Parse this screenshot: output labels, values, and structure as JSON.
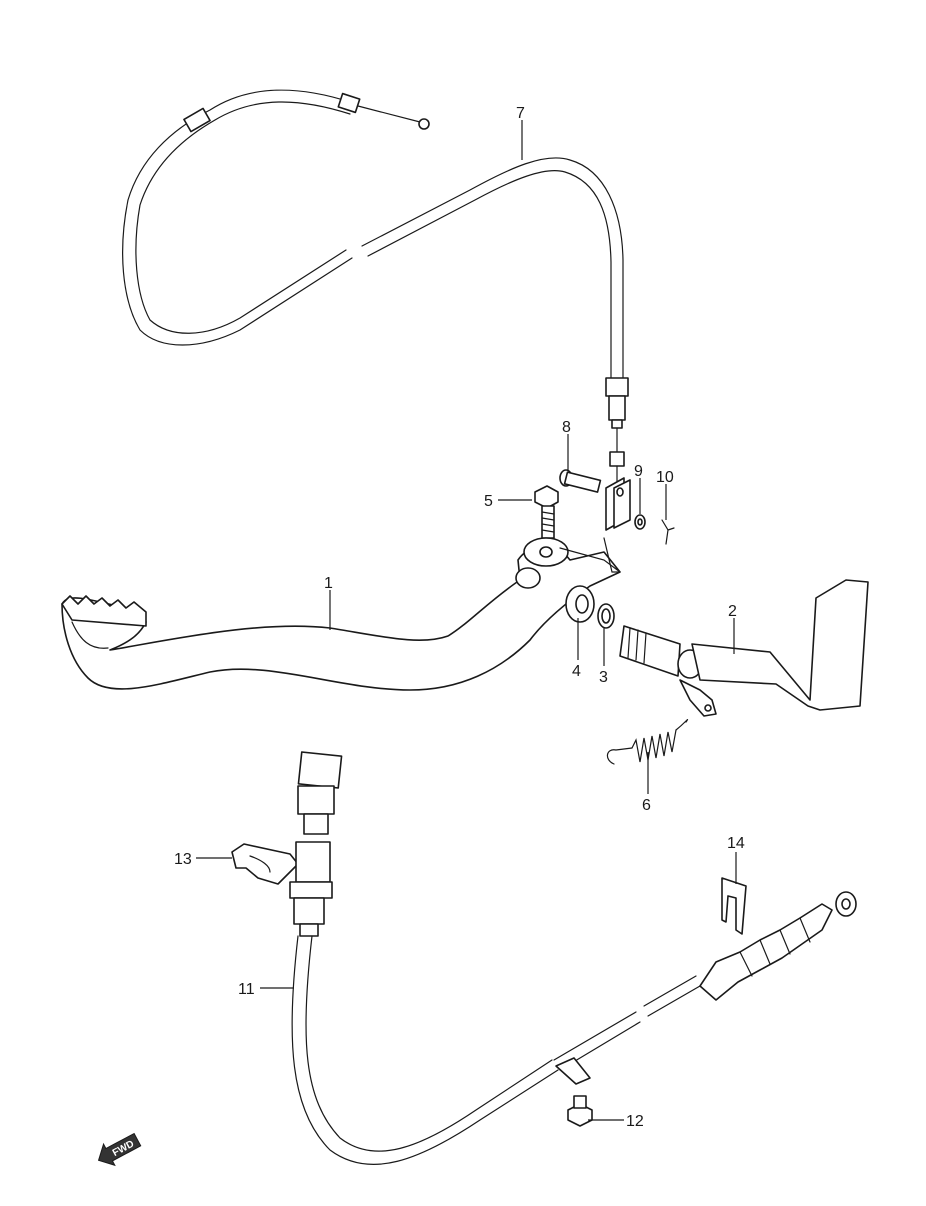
{
  "callouts": [
    {
      "id": "1",
      "label": "1"
    },
    {
      "id": "2",
      "label": "2"
    },
    {
      "id": "3",
      "label": "3"
    },
    {
      "id": "4",
      "label": "4"
    },
    {
      "id": "5",
      "label": "5"
    },
    {
      "id": "6",
      "label": "6"
    },
    {
      "id": "7",
      "label": "7"
    },
    {
      "id": "8",
      "label": "8"
    },
    {
      "id": "9",
      "label": "9"
    },
    {
      "id": "10",
      "label": "10"
    },
    {
      "id": "11",
      "label": "11"
    },
    {
      "id": "12",
      "label": "12"
    },
    {
      "id": "13",
      "label": "13"
    },
    {
      "id": "14",
      "label": "14"
    }
  ],
  "fwd_badge": {
    "text": "FWD",
    "icon": "forward-arrow-icon"
  },
  "colors": {
    "line": "#1a1a1a",
    "background": "#ffffff"
  }
}
